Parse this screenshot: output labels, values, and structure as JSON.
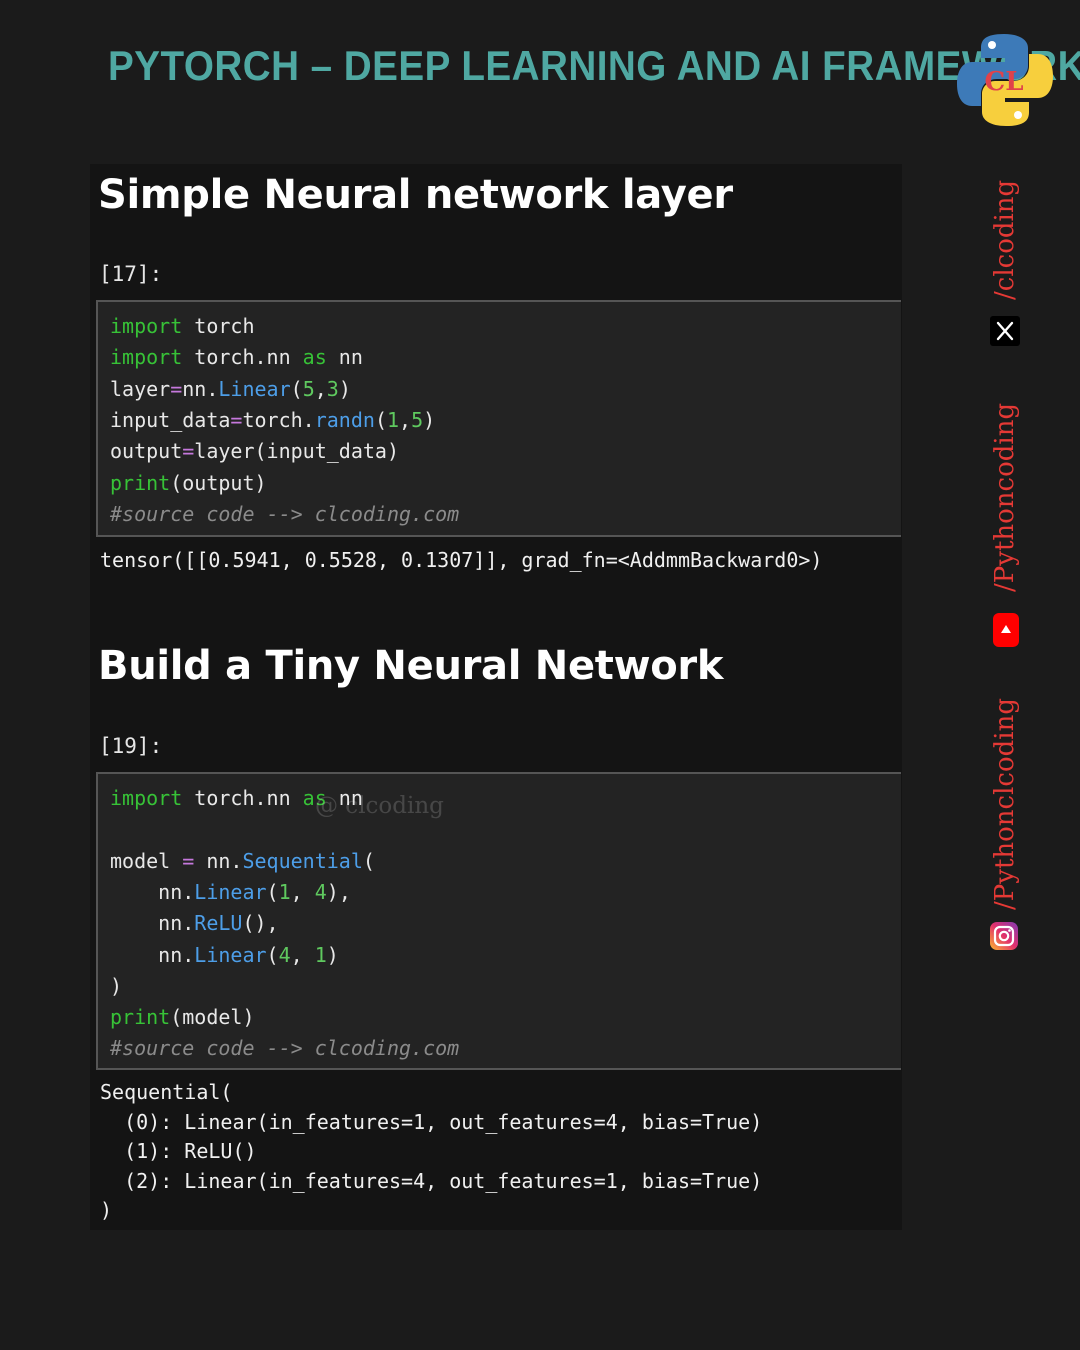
{
  "header": {
    "title": "PYTORCH – DEEP LEARNING AND AI FRAMEWORK"
  },
  "section1": {
    "heading": "Simple Neural network layer",
    "prompt": "[17]:",
    "code": [
      [
        {
          "t": "import",
          "c": "kw"
        },
        {
          "t": " torch",
          "c": ""
        }
      ],
      [
        {
          "t": "import",
          "c": "kw"
        },
        {
          "t": " torch.nn ",
          "c": ""
        },
        {
          "t": "as",
          "c": "kw"
        },
        {
          "t": " nn",
          "c": ""
        }
      ],
      [
        {
          "t": "layer",
          "c": ""
        },
        {
          "t": "=",
          "c": "op"
        },
        {
          "t": "nn.",
          "c": ""
        },
        {
          "t": "Linear",
          "c": "mt"
        },
        {
          "t": "(",
          "c": ""
        },
        {
          "t": "5",
          "c": "num"
        },
        {
          "t": ",",
          "c": ""
        },
        {
          "t": "3",
          "c": "num"
        },
        {
          "t": ")",
          "c": ""
        }
      ],
      [
        {
          "t": "input_data",
          "c": ""
        },
        {
          "t": "=",
          "c": "op"
        },
        {
          "t": "torch.",
          "c": ""
        },
        {
          "t": "randn",
          "c": "mt"
        },
        {
          "t": "(",
          "c": ""
        },
        {
          "t": "1",
          "c": "num"
        },
        {
          "t": ",",
          "c": ""
        },
        {
          "t": "5",
          "c": "num"
        },
        {
          "t": ")",
          "c": ""
        }
      ],
      [
        {
          "t": "output",
          "c": ""
        },
        {
          "t": "=",
          "c": "op"
        },
        {
          "t": "layer(input_data)",
          "c": ""
        }
      ],
      [
        {
          "t": "print",
          "c": "fn"
        },
        {
          "t": "(output)",
          "c": ""
        }
      ],
      [
        {
          "t": "#source code --> clcoding.com",
          "c": "cm"
        }
      ]
    ],
    "output": "tensor([[0.5941, 0.5528, 0.1307]], grad_fn=<AddmmBackward0>)"
  },
  "section2": {
    "heading": "Build a Tiny Neural Network",
    "prompt": "[19]:",
    "code": [
      [
        {
          "t": "import",
          "c": "kw"
        },
        {
          "t": " torch.nn ",
          "c": ""
        },
        {
          "t": "as",
          "c": "kw"
        },
        {
          "t": " nn",
          "c": ""
        }
      ],
      [],
      [
        {
          "t": "model ",
          "c": ""
        },
        {
          "t": "=",
          "c": "op"
        },
        {
          "t": " nn.",
          "c": ""
        },
        {
          "t": "Sequential",
          "c": "mt"
        },
        {
          "t": "(",
          "c": ""
        }
      ],
      [
        {
          "t": "    nn.",
          "c": ""
        },
        {
          "t": "Linear",
          "c": "mt"
        },
        {
          "t": "(",
          "c": ""
        },
        {
          "t": "1",
          "c": "num"
        },
        {
          "t": ", ",
          "c": ""
        },
        {
          "t": "4",
          "c": "num"
        },
        {
          "t": "),",
          "c": ""
        }
      ],
      [
        {
          "t": "    nn.",
          "c": ""
        },
        {
          "t": "ReLU",
          "c": "mt"
        },
        {
          "t": "(),",
          "c": ""
        }
      ],
      [
        {
          "t": "    nn.",
          "c": ""
        },
        {
          "t": "Linear",
          "c": "mt"
        },
        {
          "t": "(",
          "c": ""
        },
        {
          "t": "4",
          "c": "num"
        },
        {
          "t": ", ",
          "c": ""
        },
        {
          "t": "1",
          "c": "num"
        },
        {
          "t": ")",
          "c": ""
        }
      ],
      [
        {
          "t": ")",
          "c": ""
        }
      ],
      [
        {
          "t": "print",
          "c": "fn"
        },
        {
          "t": "(model)",
          "c": ""
        }
      ],
      [
        {
          "t": "#source code --> clcoding.com",
          "c": "cm"
        }
      ]
    ],
    "output": "Sequential(\n  (0): Linear(in_features=1, out_features=4, bias=True)\n  (1): ReLU()\n  (2): Linear(in_features=4, out_features=1, bias=True)\n)"
  },
  "watermark": "@ clcoding",
  "social": {
    "x_handle": "/clcoding",
    "youtube_handle": "/Pythoncoding",
    "instagram_handle": "/Pythonclcoding"
  },
  "colors": {
    "accent": "#4fa8a2",
    "keyword": "#37c237",
    "method": "#4d9ee8",
    "social": "#e53935"
  },
  "icons": [
    "python-logo-icon",
    "x-icon",
    "youtube-icon",
    "instagram-icon"
  ]
}
